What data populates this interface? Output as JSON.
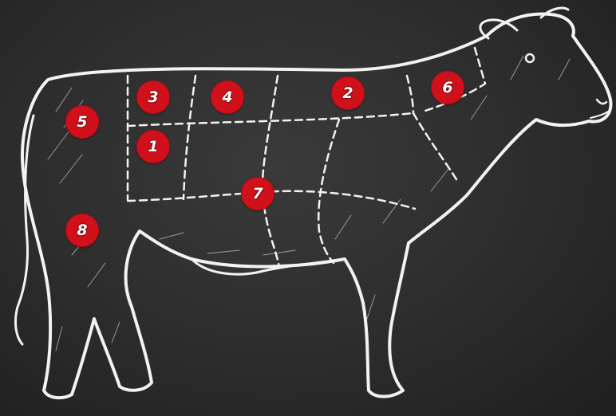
{
  "diagram": {
    "colors": {
      "background": "#2c2c2c",
      "chalk": "#f2f2f2",
      "badge": "#d0101a",
      "badge_text": "#ffffff"
    },
    "badges": [
      {
        "id": "cut-1",
        "label": "1"
      },
      {
        "id": "cut-2",
        "label": "2"
      },
      {
        "id": "cut-3",
        "label": "3"
      },
      {
        "id": "cut-4",
        "label": "4"
      },
      {
        "id": "cut-5",
        "label": "5"
      },
      {
        "id": "cut-6",
        "label": "6"
      },
      {
        "id": "cut-7",
        "label": "7"
      },
      {
        "id": "cut-8",
        "label": "8"
      }
    ]
  }
}
